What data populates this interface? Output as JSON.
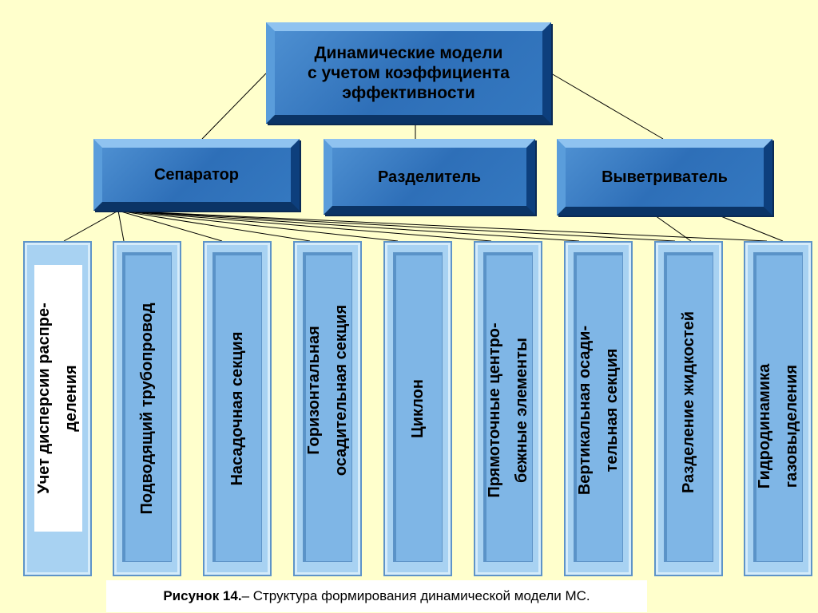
{
  "diagram": {
    "top": {
      "lines": [
        "Динамические модели",
        "с учетом коэффициента",
        "эффективности"
      ]
    },
    "middle": [
      "Сепаратор",
      "Разделитель",
      "Выветриватель"
    ],
    "columns": [
      {
        "lines": [
          "Учет дисперсии распре-",
          "деления"
        ]
      },
      {
        "lines": [
          "Подводящий трубопровод"
        ]
      },
      {
        "lines": [
          "Насадочная секция"
        ]
      },
      {
        "lines": [
          "Горизонтальная",
          "осадительная секция"
        ]
      },
      {
        "lines": [
          "Циклон"
        ]
      },
      {
        "lines": [
          "Прямоточные центро-",
          "бежные элементы"
        ]
      },
      {
        "lines": [
          "Вертикальная осади-",
          "тельная секция"
        ]
      },
      {
        "lines": [
          "Разделение жидкостей"
        ]
      },
      {
        "lines": [
          "Гидродинамика",
          "газовыделения"
        ]
      }
    ]
  },
  "caption": {
    "label": "Рисунок 14.",
    "text": " – Структура формирования динамической модели МС."
  },
  "colors": {
    "background": "#ffffcc",
    "box_blue": "#3478c0",
    "column_blue": "#a8d2f2"
  }
}
